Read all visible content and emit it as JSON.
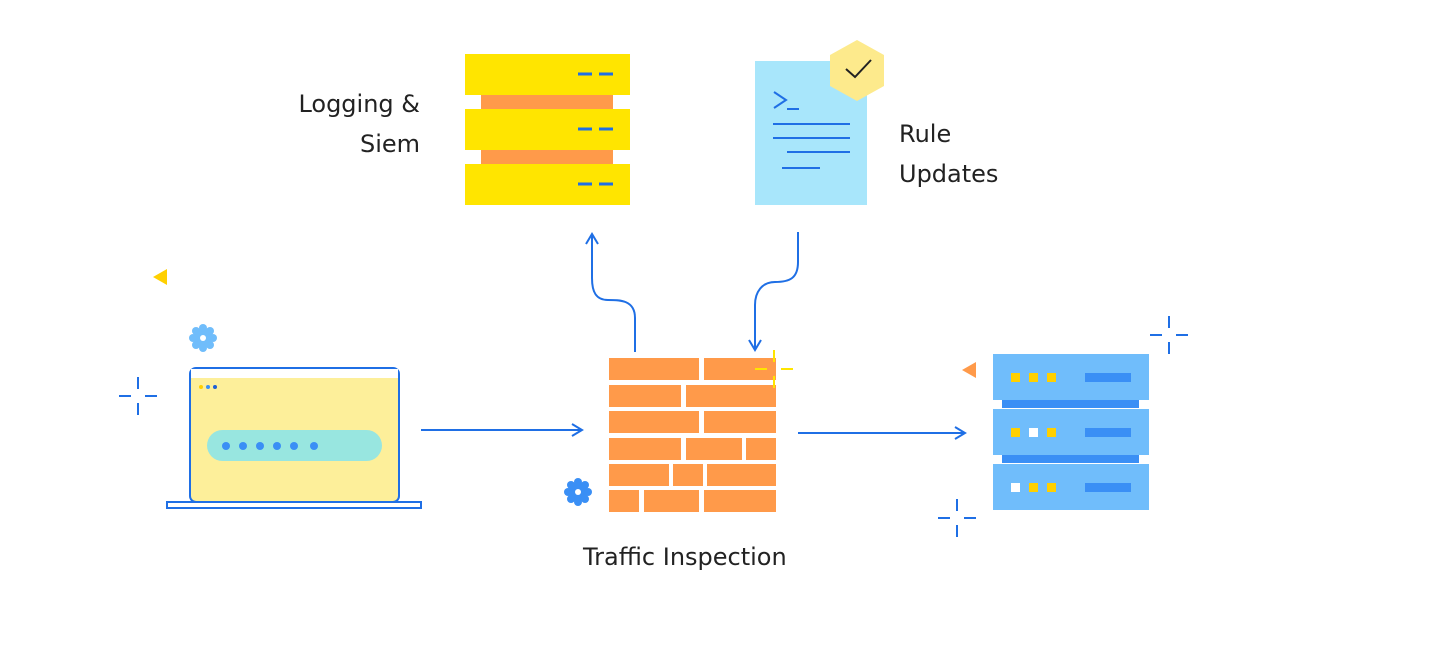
{
  "labels": {
    "logging_line1": "Logging &",
    "logging_line2": "Siem",
    "rules_line1": "Rule",
    "rules_line2": "Updates",
    "traffic": "Traffic Inspection"
  },
  "nodes": [
    {
      "id": "client-laptop",
      "kind": "laptop",
      "detail": "password field",
      "masked_chars": 6
    },
    {
      "id": "firewall",
      "kind": "brick-wall",
      "label_ref": "traffic"
    },
    {
      "id": "destination-server",
      "kind": "server-rack",
      "units": 3
    },
    {
      "id": "logging-siem",
      "kind": "server-stack",
      "label_ref": "logging"
    },
    {
      "id": "rule-updates",
      "kind": "document-with-check",
      "label_ref": "rules"
    }
  ],
  "edges": [
    {
      "from": "client-laptop",
      "to": "firewall"
    },
    {
      "from": "firewall",
      "to": "destination-server"
    },
    {
      "from": "firewall",
      "to": "logging-siem"
    },
    {
      "from": "rule-updates",
      "to": "firewall"
    }
  ],
  "colors": {
    "arrow": "#1f6fe5",
    "brick": "#ff9a4a",
    "siem_yellow": "#ffe500",
    "siem_orange": "#ff9a4a",
    "doc_blue": "#a8e6fb",
    "badge_yellow": "#fdea8c",
    "laptop_yellow": "#fdef9a",
    "password_teal": "#98e6e0",
    "server_light": "#70bdfb",
    "server_dark": "#3a8ff5",
    "led_yellow": "#ffd000",
    "text": "#222222"
  }
}
